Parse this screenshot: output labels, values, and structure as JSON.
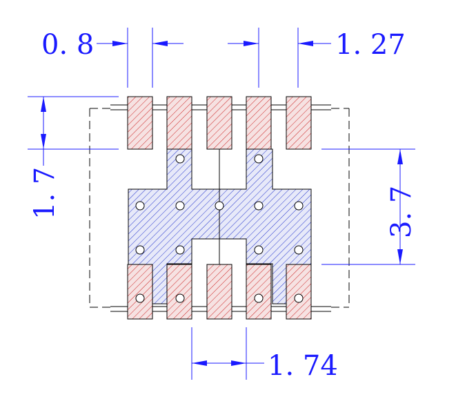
{
  "drawing": {
    "dimensions": {
      "pad_width": "0. 8",
      "pitch": "1. 27",
      "pad_length": "1. 7",
      "body_span": "3. 7",
      "center_gap": "1. 74"
    },
    "colors": {
      "dimension": "#1a1aff",
      "pad_hatch": "#cc2222",
      "pad_fill": "#f6e2e2",
      "copper_hatch": "#2233cc",
      "copper_fill": "#e7e9f9",
      "outline": "#000000"
    }
  }
}
